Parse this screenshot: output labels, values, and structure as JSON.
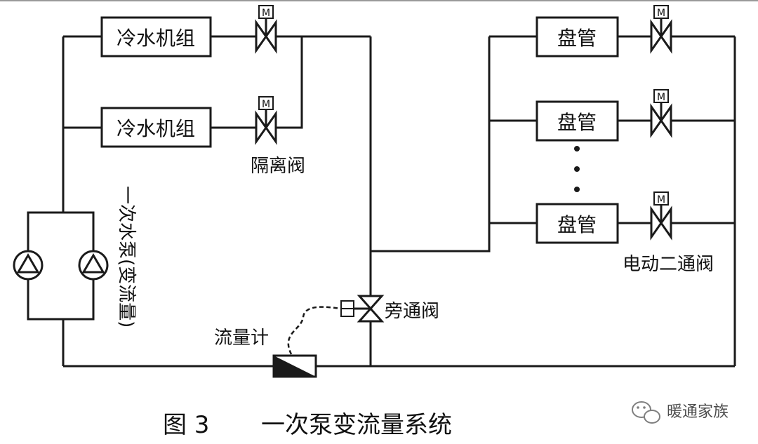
{
  "components": {
    "chiller_label": "冷水机组",
    "coil_label": "盘管",
    "valve_motor_letter": "M"
  },
  "labels": {
    "isolation_valve": "隔离阀",
    "primary_pump": "一次水泵(变流量)",
    "bypass_valve": "旁通阀",
    "flow_meter": "流量计",
    "two_way_valve": "电动二通阀"
  },
  "caption": {
    "figure_number": "图 3",
    "title": "一次泵变流量系统"
  },
  "watermark": {
    "text": "暖通家族",
    "icon": "wechat-icon"
  }
}
